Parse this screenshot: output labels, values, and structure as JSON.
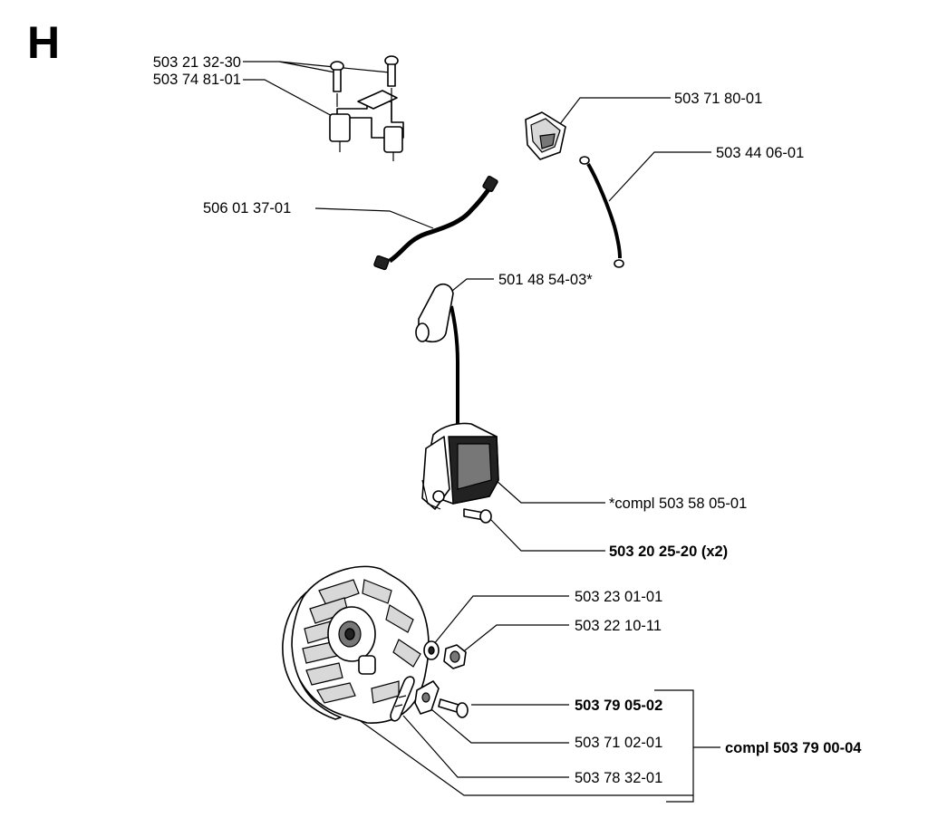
{
  "section": "H",
  "callouts": {
    "p1": {
      "lead": "",
      "num": "503 21 32-30"
    },
    "p2": {
      "lead": "",
      "num": "503 74 81-01"
    },
    "p3": {
      "lead": "",
      "num": "503 71 80-01"
    },
    "p4": {
      "lead": "",
      "num": "503 44 06-01"
    },
    "p5": {
      "lead": "",
      "num": "506 01 37-01"
    },
    "p6": {
      "lead": "",
      "num": "501 48 54-03*"
    },
    "p7": {
      "lead": "*compl",
      "num": "503 58 05-01"
    },
    "p8": {
      "lead": "",
      "num": "503 20 25-20 (x2)"
    },
    "p9": {
      "lead": "",
      "num": "503 23 01-01"
    },
    "p10": {
      "lead": "",
      "num": "503 22 10-11"
    },
    "p11": {
      "lead": "",
      "num": "503 79 05-02"
    },
    "p12": {
      "lead": "",
      "num": "503 71 02-01"
    },
    "p13": {
      "lead": "",
      "num": "503 78 32-01"
    },
    "kit": {
      "lead": "",
      "num": "compl 503 79 00-04"
    }
  }
}
